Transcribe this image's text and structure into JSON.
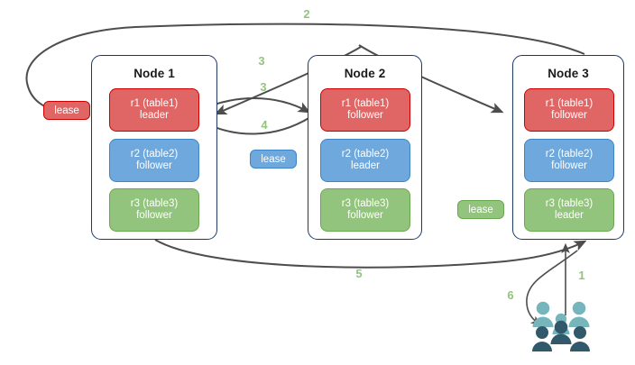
{
  "diagram": {
    "title": "Distributed table replicas and leases across three nodes",
    "type": "architecture-flow",
    "colors": {
      "replica_red_fill": "#e06666",
      "replica_red_border": "#cc0000",
      "replica_blue_fill": "#6fa8dc",
      "replica_blue_border": "#3d85c6",
      "replica_green_fill": "#93c47d",
      "replica_green_border": "#6aa84f",
      "node_border": "#1f3864",
      "arrow": "#4d4d4d",
      "step_label": "#93c47d",
      "people_light": "#76b5bc",
      "people_dark": "#31596b"
    }
  },
  "nodes": [
    {
      "title": "Node 1",
      "replicas": [
        {
          "name": "r1 (table1)",
          "role": "leader",
          "color": "red"
        },
        {
          "name": "r2 (table2)",
          "role": "follower",
          "color": "blue"
        },
        {
          "name": "r3 (table3)",
          "role": "follower",
          "color": "green"
        }
      ]
    },
    {
      "title": "Node 2",
      "replicas": [
        {
          "name": "r1 (table1)",
          "role": "follower",
          "color": "red"
        },
        {
          "name": "r2 (table2)",
          "role": "leader",
          "color": "blue"
        },
        {
          "name": "r3 (table3)",
          "role": "follower",
          "color": "green"
        }
      ]
    },
    {
      "title": "Node 3",
      "replicas": [
        {
          "name": "r1 (table1)",
          "role": "follower",
          "color": "red"
        },
        {
          "name": "r2 (table2)",
          "role": "follower",
          "color": "blue"
        },
        {
          "name": "r3 (table3)",
          "role": "leader",
          "color": "green"
        }
      ]
    }
  ],
  "leases": [
    {
      "label": "lease",
      "color": "red"
    },
    {
      "label": "lease",
      "color": "blue"
    },
    {
      "label": "lease",
      "color": "green"
    }
  ],
  "steps": [
    {
      "label": "1"
    },
    {
      "label": "2"
    },
    {
      "label": "3"
    },
    {
      "label": "3"
    },
    {
      "label": "4"
    },
    {
      "label": "5"
    },
    {
      "label": "6"
    }
  ],
  "actor": {
    "name": "users",
    "icon": "people-icon"
  }
}
